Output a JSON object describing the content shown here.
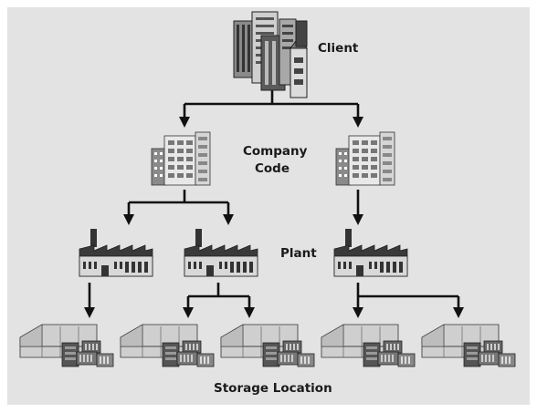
{
  "labels": {
    "client": "Client",
    "company_code_line1": "Company",
    "company_code_line2": "Code",
    "plant": "Plant",
    "storage_location": "Storage Location"
  },
  "colors": {
    "panel_background": "#e3e3e3",
    "arrow": "#111111",
    "icon_dark": "#3a3a3a",
    "icon_mid": "#9a9a9a",
    "icon_light": "#f2f2f2"
  },
  "hierarchy": {
    "client": {
      "icon": "office-skyscrapers-icon",
      "children": [
        "company-code-1",
        "company-code-2"
      ]
    },
    "company_codes": [
      {
        "id": "company-code-1",
        "icon": "office-building-icon",
        "children": [
          "plant-1",
          "plant-2"
        ]
      },
      {
        "id": "company-code-2",
        "icon": "office-building-icon",
        "children": [
          "plant-3"
        ]
      }
    ],
    "plants": [
      {
        "id": "plant-1",
        "icon": "factory-icon",
        "children": [
          "storage-location-1"
        ]
      },
      {
        "id": "plant-2",
        "icon": "factory-icon",
        "children": [
          "storage-location-2",
          "storage-location-3"
        ]
      },
      {
        "id": "plant-3",
        "icon": "factory-icon",
        "children": [
          "storage-location-4",
          "storage-location-5"
        ]
      }
    ],
    "storage_locations": [
      {
        "id": "storage-location-1",
        "icon": "warehouse-icon"
      },
      {
        "id": "storage-location-2",
        "icon": "warehouse-icon"
      },
      {
        "id": "storage-location-3",
        "icon": "warehouse-icon"
      },
      {
        "id": "storage-location-4",
        "icon": "warehouse-icon"
      },
      {
        "id": "storage-location-5",
        "icon": "warehouse-icon"
      }
    ]
  }
}
